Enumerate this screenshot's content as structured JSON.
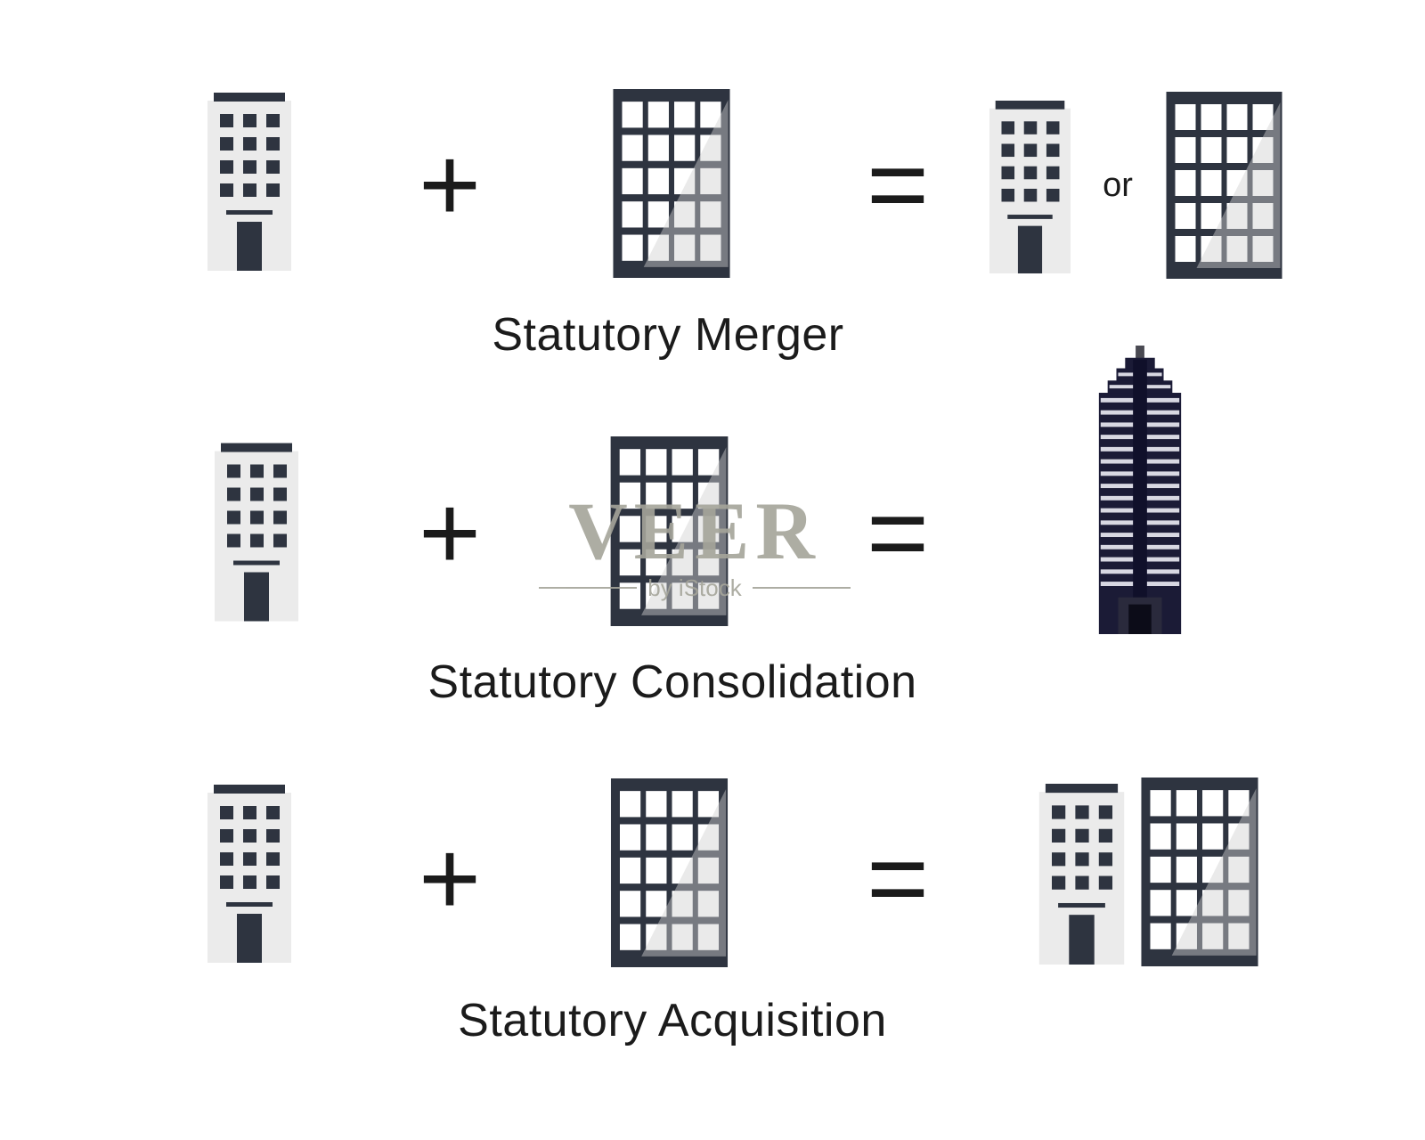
{
  "rows": [
    {
      "label": "Statutory Merger",
      "plus": "+",
      "equals": "=",
      "or": "or"
    },
    {
      "label": "Statutory Consolidation",
      "plus": "+",
      "equals": "="
    },
    {
      "label": "Statutory Acquisition",
      "plus": "+",
      "equals": "="
    }
  ],
  "watermark": {
    "brand": "VEER",
    "byline": "by iStock"
  },
  "icons": {
    "small_building": "small-office-building-icon",
    "large_building": "large-office-building-icon",
    "skyscraper": "skyscraper-tower-icon"
  },
  "colors": {
    "building_dark": "#2e3440",
    "building_light_body": "#ebebeb",
    "tower_navy": "#1b1b36",
    "watermark_gray": "#a5a59a",
    "text": "#1b1b1b"
  }
}
